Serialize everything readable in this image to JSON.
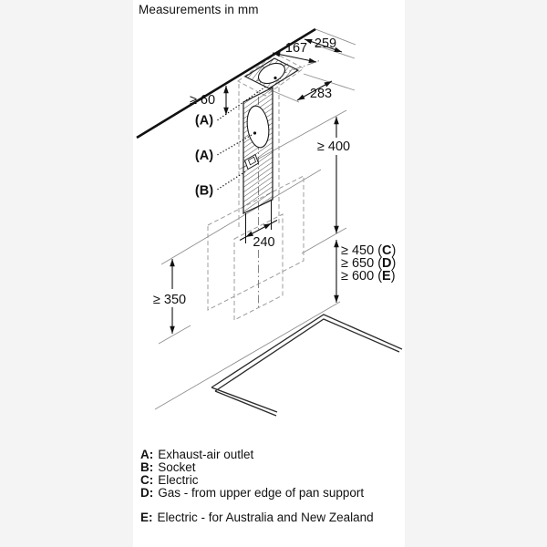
{
  "window": {
    "title": "Measurements in mm"
  },
  "colors": {
    "background": "#f4f4f4",
    "card": "#ffffff",
    "line": "#111111",
    "thin_line": "#8f8f8f",
    "dashed_line": "#9c9c9c",
    "text": "#111111"
  },
  "dimensions": {
    "ceiling_offset": "259",
    "ceiling_cutout_depth": "167",
    "ceiling_cutout_width": "283",
    "side_clearance": "≥ 60",
    "chimney_height": "≥ 400",
    "bracket_width": "240",
    "lower_edge_height": "≥ 350",
    "clearance": [
      {
        "prefix": "≥ 450 (",
        "letter": "C",
        "suffix": ")"
      },
      {
        "prefix": "≥ 650 (",
        "letter": "D",
        "suffix": ")"
      },
      {
        "prefix": "≥ 600 (",
        "letter": "E",
        "suffix": ")"
      }
    ]
  },
  "callouts": {
    "outlet_ceiling": "(A)",
    "outlet_wall": "(A)",
    "socket": "(B)"
  },
  "legend": [
    {
      "key": "A:",
      "text": "Exhaust-air outlet"
    },
    {
      "key": "B:",
      "text": "Socket"
    },
    {
      "key": "C:",
      "text": "Electric"
    },
    {
      "key": "D:",
      "text": "Gas - from upper edge of pan support"
    },
    {
      "key": "E:",
      "text": "Electric - for Australia and New Zealand"
    }
  ]
}
